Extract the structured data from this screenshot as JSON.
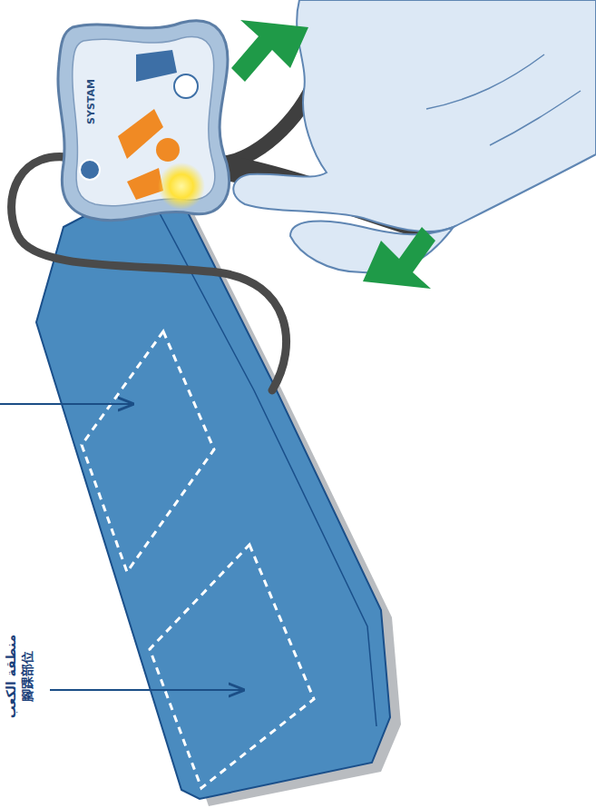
{
  "diagram": {
    "labels": [
      "منطقة الكعب",
      "腳踝部位",
      "SYSTAM"
    ]
  }
}
